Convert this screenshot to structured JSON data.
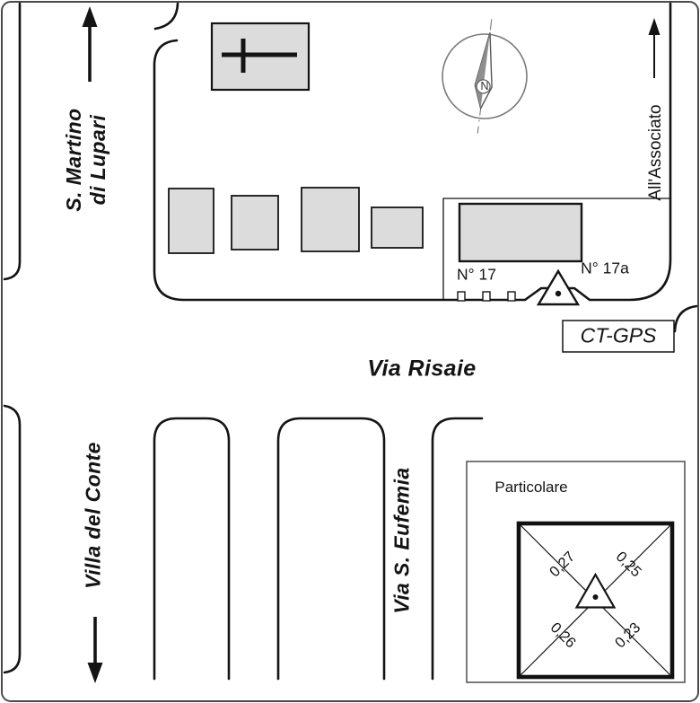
{
  "map": {
    "streets": {
      "s_martino": {
        "line1": "S. Martino",
        "line2": "di Lupari"
      },
      "villa_del_conte": "Villa del Conte",
      "via_risaie": "Via Risaie",
      "via_s_eufemia": "Via S. Eufemia",
      "all_associato": "All'Associato"
    },
    "labels": {
      "n17": "N° 17",
      "n17a": "N° 17a",
      "gps_box": "CT-GPS"
    },
    "compass": {
      "north": "N"
    }
  },
  "detail": {
    "title": "Particolare",
    "measurements": {
      "top_left": "0,27",
      "top_right": "0,25",
      "bottom_left": "0,26",
      "bottom_right": "0,23"
    }
  },
  "colors": {
    "building_fill": "#dcdcdc"
  }
}
